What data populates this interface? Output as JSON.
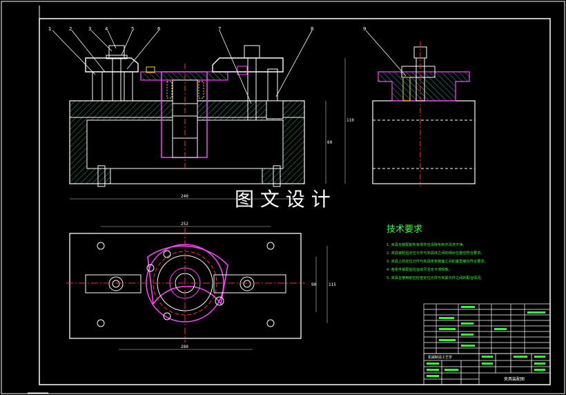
{
  "drawing": {
    "watermark": "图 文 设 计",
    "leaders": [
      "1",
      "2",
      "3",
      "4",
      "5",
      "6",
      "7",
      "8",
      "9"
    ],
    "dims": {
      "top_width": "240",
      "plan_width": "252",
      "plan_bottom": "280",
      "height_total": "110",
      "height_inner": "60",
      "plan_h1": "90",
      "plan_h2": "115"
    }
  },
  "requirements": {
    "title": "技术要求",
    "items": [
      "1. 夹具在装配前所有零件应清除毛刺并清洗干净。",
      "2. 夹具装配后定位元件与夹具体之间的相对位置应符合要求。",
      "3. 夹具上的定位元件与夹具体安装面之间的垂直度应符合要求。",
      "4. 各零件装配后应运动灵活无卡滞现象。",
      "5. 夹具在使用前应检查定位元件与夹紧元件之间的配合情况。"
    ]
  },
  "title_block": {
    "drawing_title": "夹具装配图",
    "school": "机械制造工艺学"
  },
  "colors": {
    "outline": "#ffffff",
    "hatch": "#2aa88a",
    "section": "#ff44ff",
    "centerline": "#ff3030",
    "thread": "#ffe000",
    "dims": "#cfcfcf",
    "text_green": "#39ff39"
  }
}
